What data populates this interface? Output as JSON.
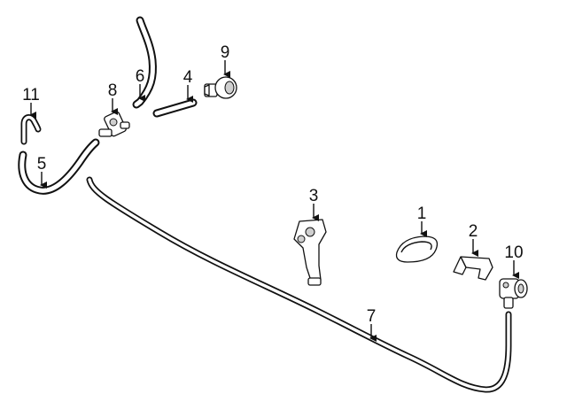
{
  "diagram": {
    "callouts": {
      "p1": "1",
      "p2": "2",
      "p3": "3",
      "p4": "4",
      "p5": "5",
      "p6": "6",
      "p7": "7",
      "p8": "8",
      "p9": "9",
      "p10": "10",
      "p11": "11"
    }
  }
}
